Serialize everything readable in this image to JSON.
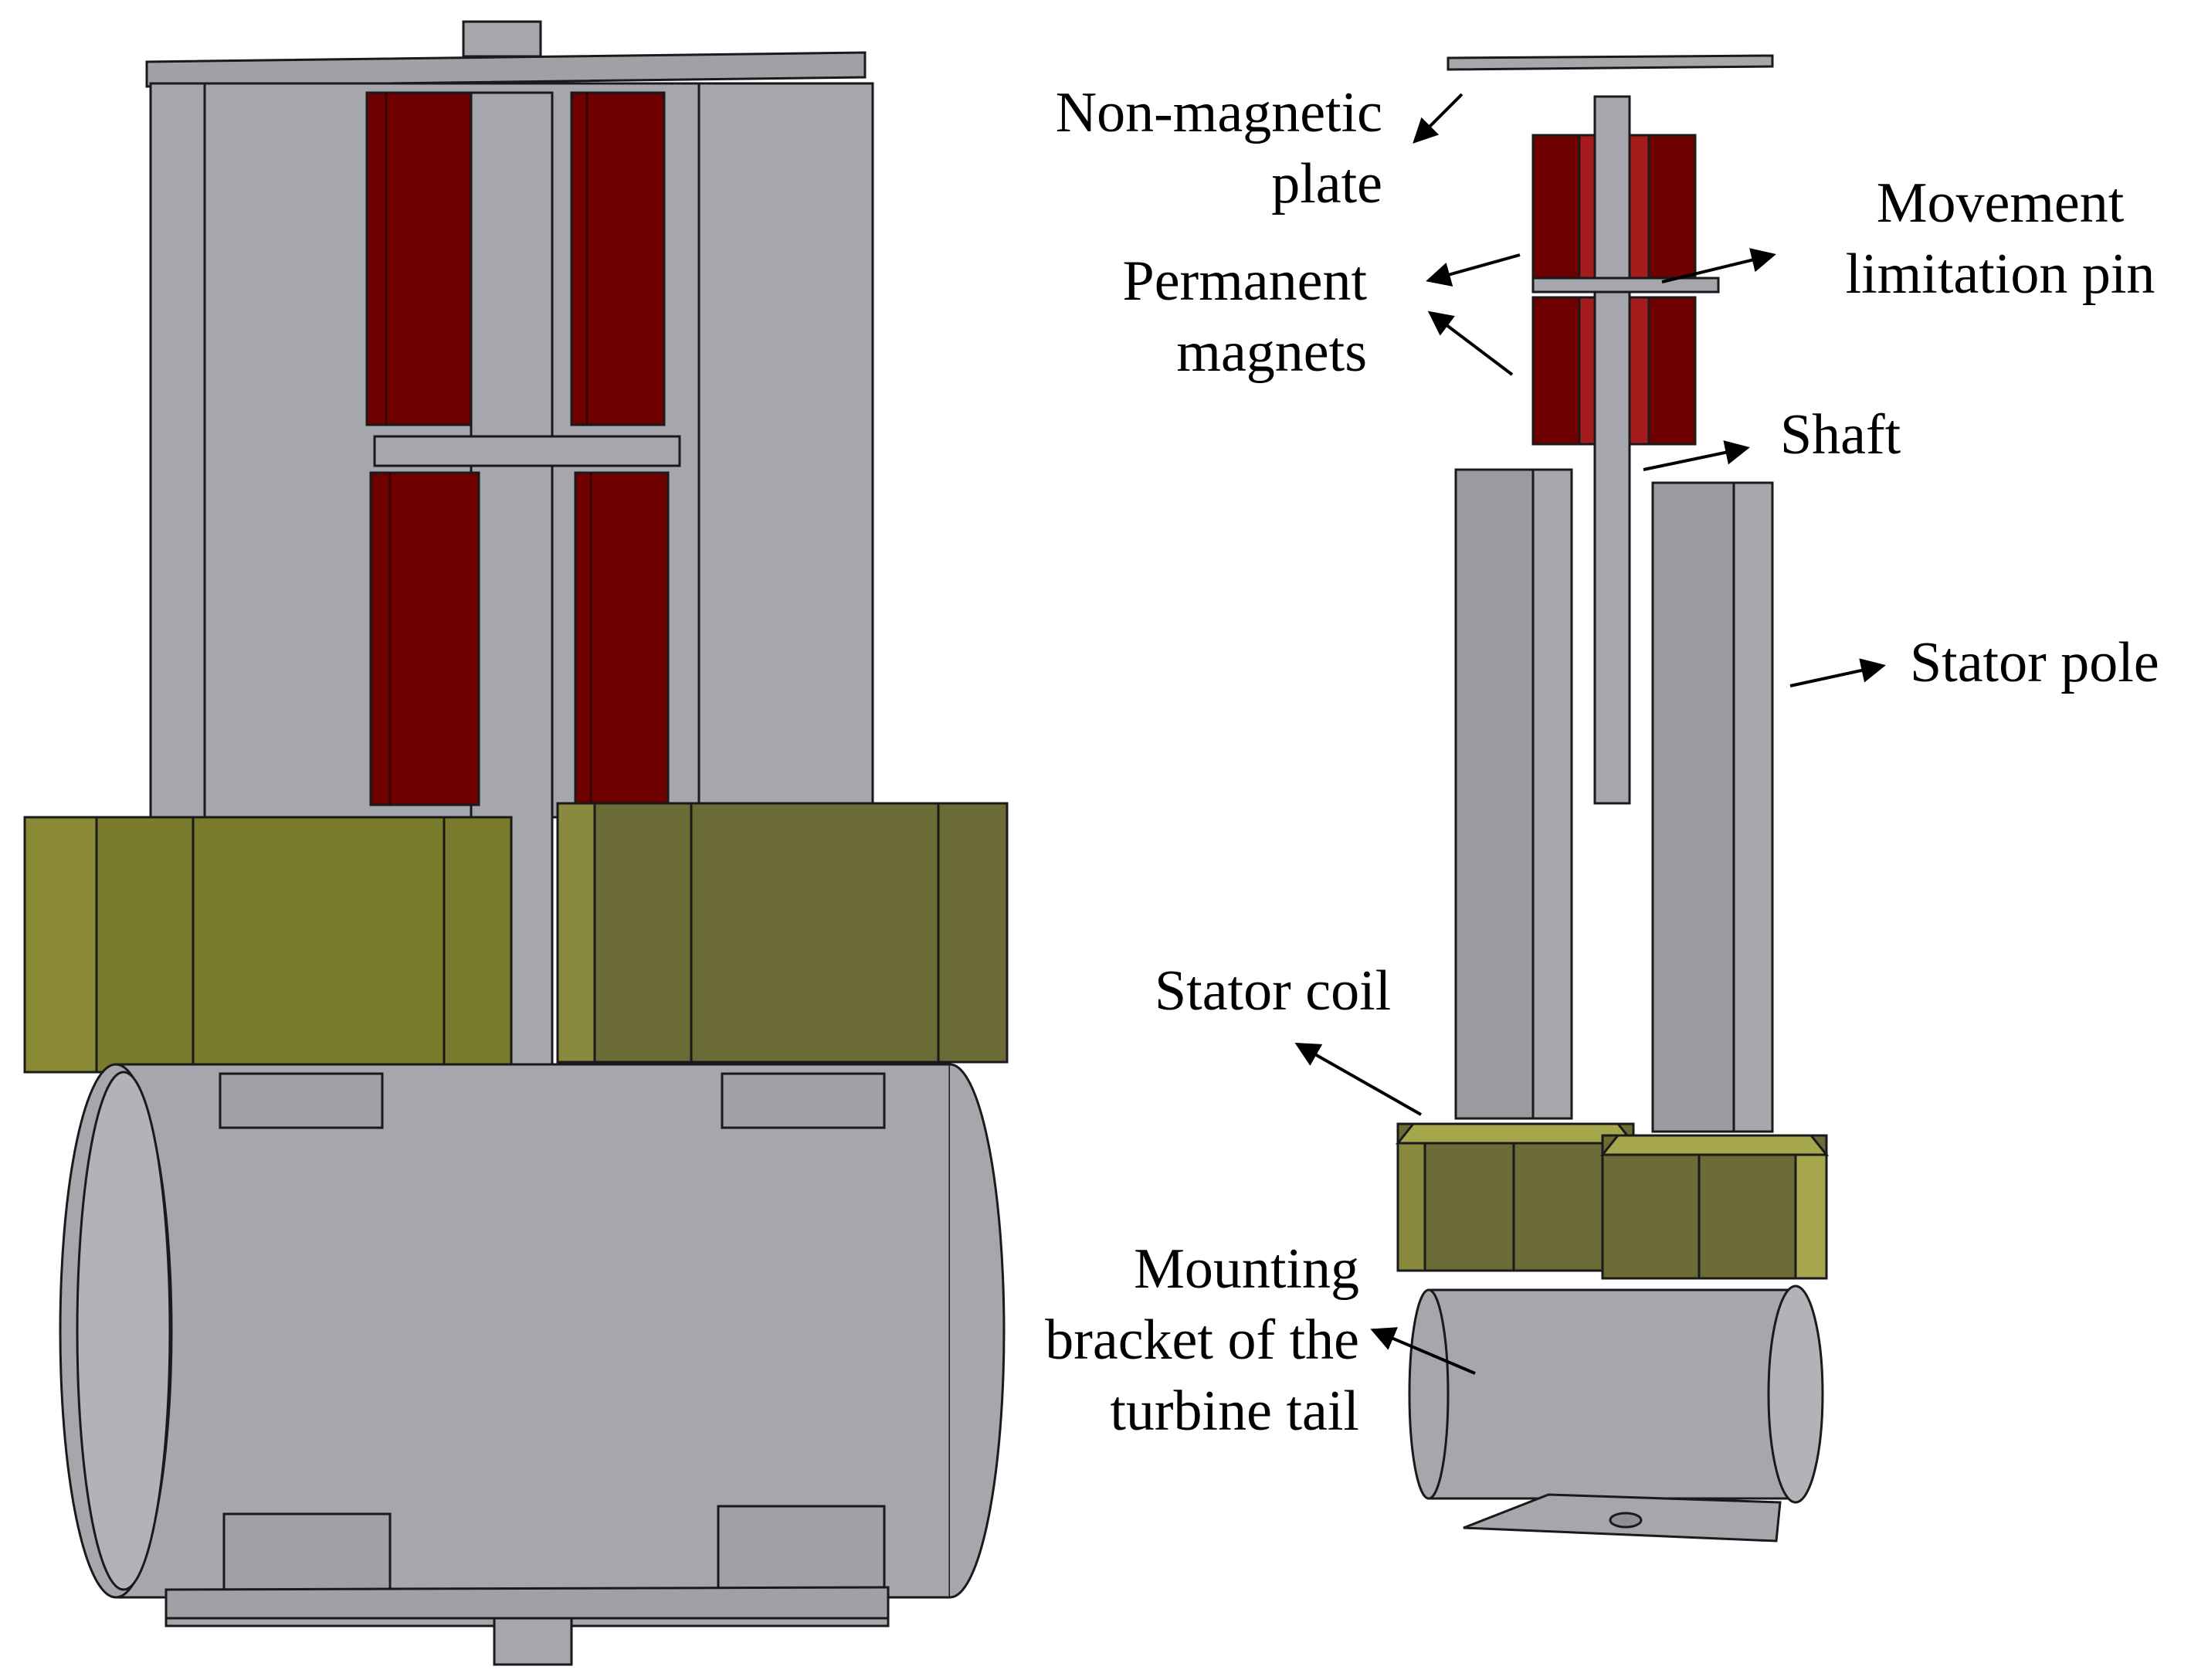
{
  "colors": {
    "metal_grey": "#a6a6ad",
    "metal_grey_dark": "#8f8f96",
    "magnet_red": "#6e0000",
    "magnet_red_light": "#a61c1c",
    "coil_olive": "#6b6b36",
    "coil_olive_light": "#a6a64d",
    "outline": "#1a1a1a",
    "text": "#000000"
  },
  "labels": {
    "non_magnetic_plate_1": "Non-magnetic",
    "non_magnetic_plate_2": "plate",
    "permanent_magnets_1": "Permanent",
    "permanent_magnets_2": "magnets",
    "movement_pin_1": "Movement",
    "movement_pin_2": "limitation pin",
    "shaft": "Shaft",
    "stator_pole": "Stator pole",
    "stator_coil": "Stator coil",
    "mounting_bracket_1": "Mounting",
    "mounting_bracket_2": "bracket of the",
    "mounting_bracket_3": "turbine tail"
  }
}
